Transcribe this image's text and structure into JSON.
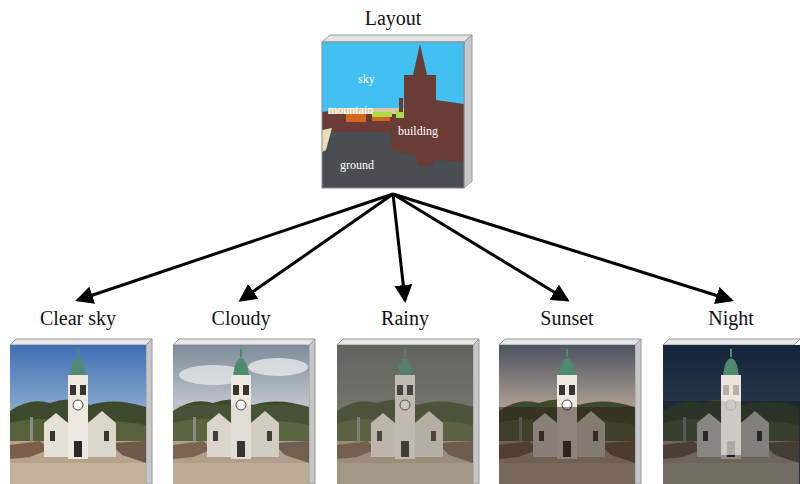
{
  "diagram": {
    "nodes": [
      {
        "text": [
          "Layout",
          "sky",
          "mountain",
          "building",
          "ground"
        ]
      },
      {
        "text": [
          "Clear sky"
        ]
      },
      {
        "text": [
          "Cloudy"
        ]
      },
      {
        "text": [
          "Rainy"
        ]
      },
      {
        "text": [
          "Sunset"
        ]
      },
      {
        "text": [
          "Night"
        ]
      }
    ],
    "edges": [
      {
        "from": 0,
        "to": 1,
        "arrow": "to"
      },
      {
        "from": 0,
        "to": 2,
        "arrow": "to"
      },
      {
        "from": 0,
        "to": 3,
        "arrow": "to"
      },
      {
        "from": 0,
        "to": 4,
        "arrow": "to"
      },
      {
        "from": 0,
        "to": 5,
        "arrow": "to"
      }
    ]
  }
}
